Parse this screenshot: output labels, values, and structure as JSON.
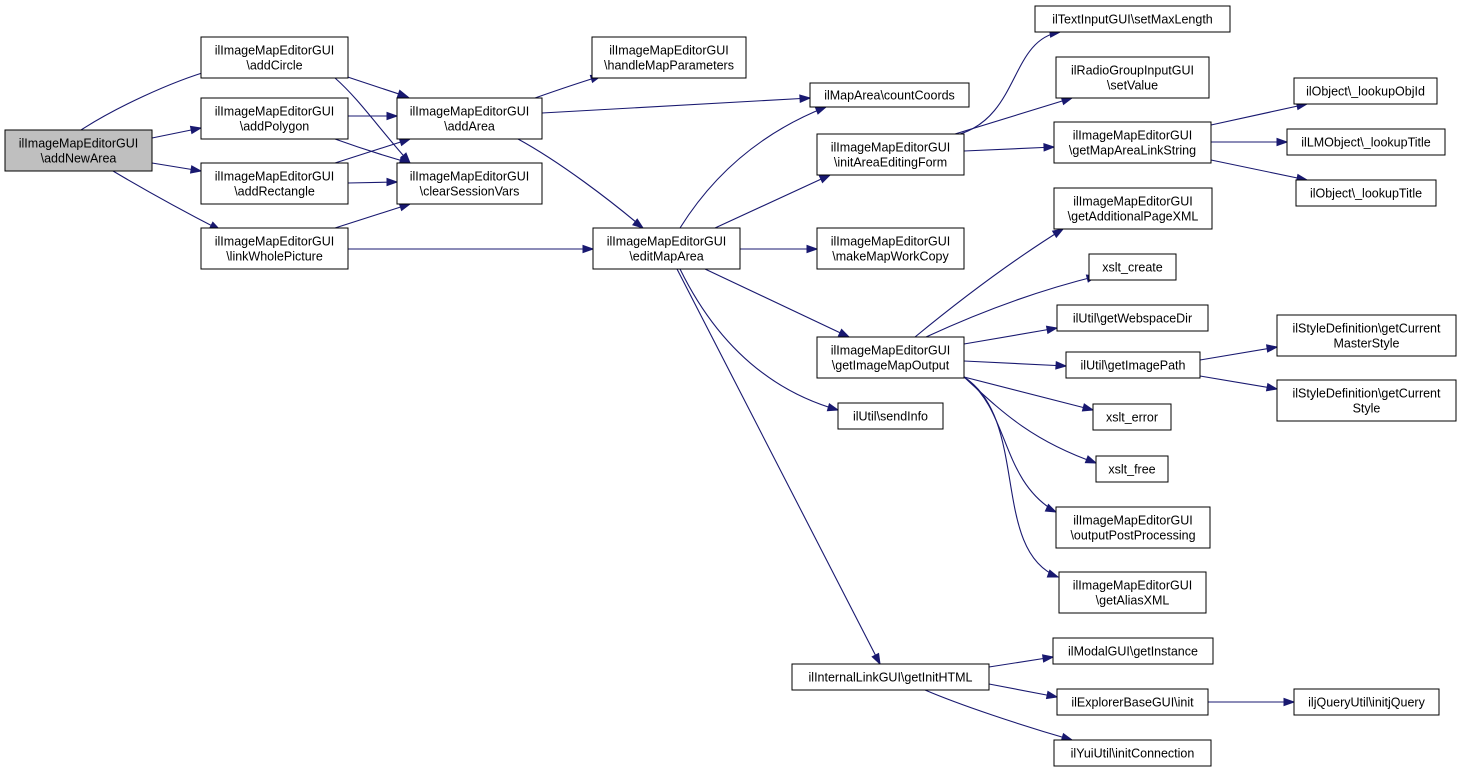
{
  "colors": {
    "edge": "#191970",
    "root_fill": "#bfbfbf",
    "node_fill": "#ffffff",
    "node_border": "#000000"
  },
  "nodes": {
    "addNewArea": [
      "ilImageMapEditorGUI",
      "\\addNewArea"
    ],
    "addCircle": [
      "ilImageMapEditorGUI",
      "\\addCircle"
    ],
    "addPolygon": [
      "ilImageMapEditorGUI",
      "\\addPolygon"
    ],
    "addRectangle": [
      "ilImageMapEditorGUI",
      "\\addRectangle"
    ],
    "linkWholePicture": [
      "ilImageMapEditorGUI",
      "\\linkWholePicture"
    ],
    "addArea": [
      "ilImageMapEditorGUI",
      "\\addArea"
    ],
    "clearSessionVars": [
      "ilImageMapEditorGUI",
      "\\clearSessionVars"
    ],
    "handleMapParameters": [
      "ilImageMapEditorGUI",
      "\\handleMapParameters"
    ],
    "editMapArea": [
      "ilImageMapEditorGUI",
      "\\editMapArea"
    ],
    "countCoords": [
      "ilMapArea\\countCoords"
    ],
    "initAreaEditingForm": [
      "ilImageMapEditorGUI",
      "\\initAreaEditingForm"
    ],
    "makeMapWorkCopy": [
      "ilImageMapEditorGUI",
      "\\makeMapWorkCopy"
    ],
    "getImageMapOutput": [
      "ilImageMapEditorGUI",
      "\\getImageMapOutput"
    ],
    "sendInfo": [
      "ilUtil\\sendInfo"
    ],
    "getInitHTML": [
      "ilInternalLinkGUI\\getInitHTML"
    ],
    "setMaxLength": [
      "ilTextInputGUI\\setMaxLength"
    ],
    "setValue": [
      "ilRadioGroupInputGUI",
      "\\setValue"
    ],
    "getMapAreaLinkString": [
      "ilImageMapEditorGUI",
      "\\getMapAreaLinkString"
    ],
    "getAdditionalPageXML": [
      "ilImageMapEditorGUI",
      "\\getAdditionalPageXML"
    ],
    "xslt_create": [
      "xslt_create"
    ],
    "getWebspaceDir": [
      "ilUtil\\getWebspaceDir"
    ],
    "getImagePath": [
      "ilUtil\\getImagePath"
    ],
    "xslt_error": [
      "xslt_error"
    ],
    "xslt_free": [
      "xslt_free"
    ],
    "outputPostProcessing": [
      "ilImageMapEditorGUI",
      "\\outputPostProcessing"
    ],
    "getAliasXML": [
      "ilImageMapEditorGUI",
      "\\getAliasXML"
    ],
    "getInstance": [
      "ilModalGUI\\getInstance"
    ],
    "explorerInit": [
      "ilExplorerBaseGUI\\init"
    ],
    "initConnection": [
      "ilYuiUtil\\initConnection"
    ],
    "lookupObjId": [
      "ilObject\\_lookupObjId"
    ],
    "lmLookupTitle": [
      "ilLMObject\\_lookupTitle"
    ],
    "objLookupTitle": [
      "ilObject\\_lookupTitle"
    ],
    "getCurrentMasterStyle": [
      "ilStyleDefinition\\getCurrent",
      "MasterStyle"
    ],
    "getCurrentStyle": [
      "ilStyleDefinition\\getCurrent",
      "Style"
    ],
    "initjQuery": [
      "iljQueryUtil\\initjQuery"
    ]
  }
}
